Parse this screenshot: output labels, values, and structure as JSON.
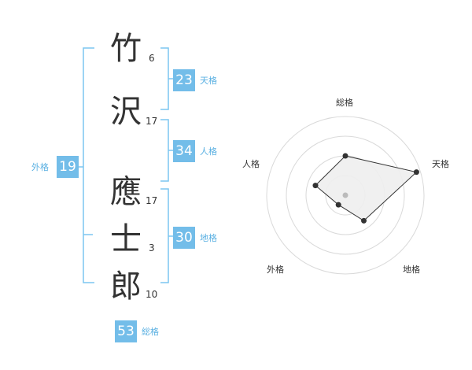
{
  "colors": {
    "accent": "#7cc6f0",
    "box": "#73bde9",
    "label": "#5ab0e2",
    "text": "#333333"
  },
  "name": {
    "characters": [
      {
        "char": "竹",
        "strokes": "6"
      },
      {
        "char": "沢",
        "strokes": "17"
      },
      {
        "char": "應",
        "strokes": "17"
      },
      {
        "char": "士",
        "strokes": "3"
      },
      {
        "char": "郎",
        "strokes": "10"
      }
    ]
  },
  "fortune": {
    "tenkaku": {
      "value": "23",
      "label": "天格"
    },
    "jinkaku": {
      "value": "34",
      "label": "人格"
    },
    "chikaku": {
      "value": "30",
      "label": "地格"
    },
    "gaikaku": {
      "value": "19",
      "label": "外格"
    },
    "soukaku": {
      "value": "53",
      "label": "総格"
    }
  },
  "chart_data": {
    "type": "radar",
    "axes": [
      "総格",
      "天格",
      "地格",
      "外格",
      "人格"
    ],
    "values": [
      0.5,
      0.95,
      0.4,
      0.15,
      0.4
    ],
    "rings": 4
  }
}
